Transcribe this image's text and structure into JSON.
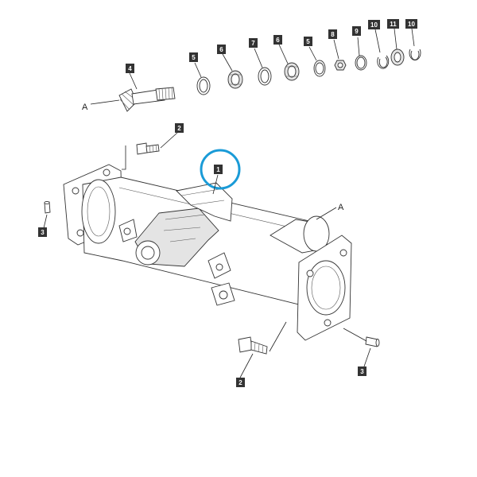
{
  "callouts": [
    {
      "label": "4"
    },
    {
      "label": "5"
    },
    {
      "label": "6"
    },
    {
      "label": "7"
    },
    {
      "label": "6"
    },
    {
      "label": "5"
    },
    {
      "label": "8"
    },
    {
      "label": "9"
    },
    {
      "label": "10"
    },
    {
      "label": "11"
    },
    {
      "label": "10"
    },
    {
      "label": "2"
    },
    {
      "label": "1"
    },
    {
      "label": "3"
    },
    {
      "label": "3"
    },
    {
      "label": "2"
    }
  ],
  "letters": [
    {
      "label": "A"
    },
    {
      "label": "A"
    }
  ],
  "colors": {
    "highlight": "#1a9bd7",
    "callout_bg": "#333333",
    "line": "#222222"
  }
}
